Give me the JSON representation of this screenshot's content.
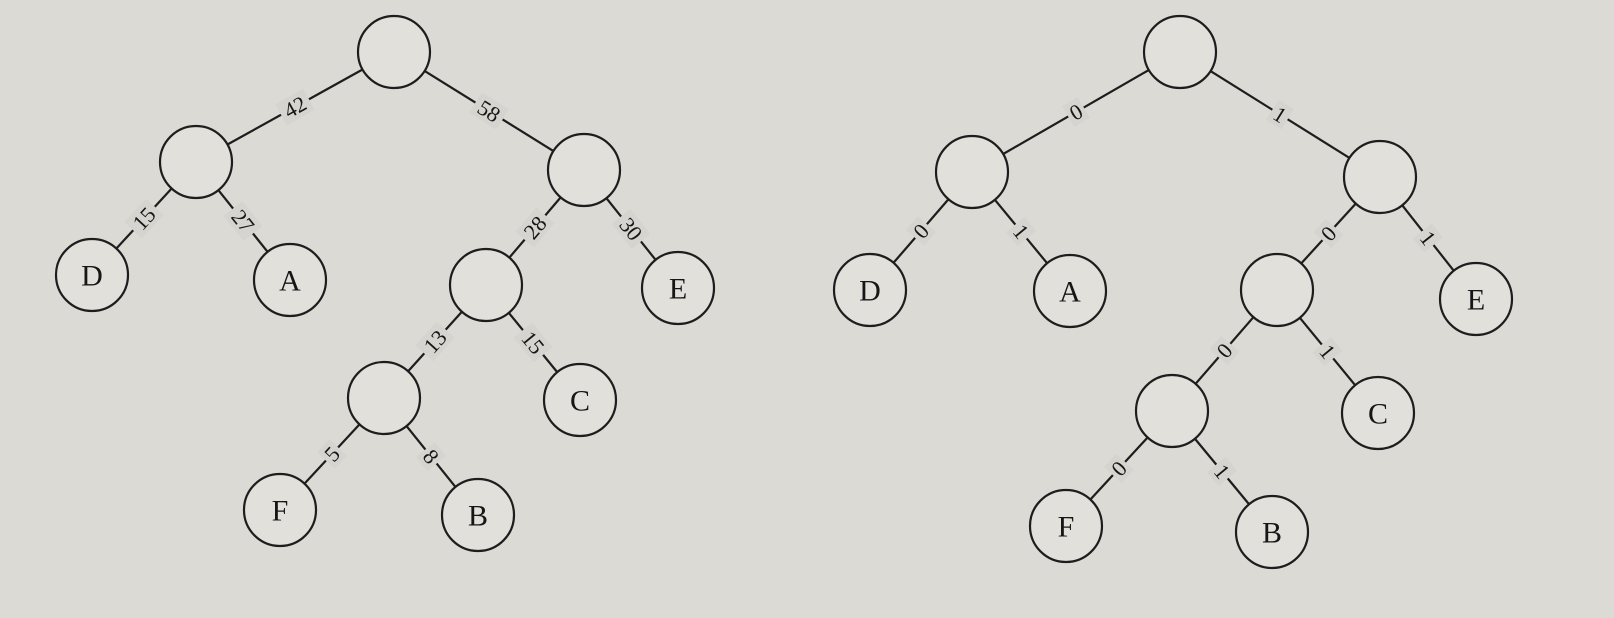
{
  "diagrams": [
    {
      "id": "weighted-tree",
      "nodes": [
        {
          "id": "r",
          "label": ""
        },
        {
          "id": "n42",
          "label": ""
        },
        {
          "id": "n58",
          "label": ""
        },
        {
          "id": "D",
          "label": "D"
        },
        {
          "id": "A",
          "label": "A"
        },
        {
          "id": "n28",
          "label": ""
        },
        {
          "id": "E",
          "label": "E"
        },
        {
          "id": "n13",
          "label": ""
        },
        {
          "id": "C",
          "label": "C"
        },
        {
          "id": "F",
          "label": "F"
        },
        {
          "id": "B",
          "label": "B"
        }
      ],
      "edges": [
        {
          "from": "r",
          "to": "n42",
          "label": "42"
        },
        {
          "from": "r",
          "to": "n58",
          "label": "58"
        },
        {
          "from": "n42",
          "to": "D",
          "label": "15"
        },
        {
          "from": "n42",
          "to": "A",
          "label": "27"
        },
        {
          "from": "n58",
          "to": "n28",
          "label": "28"
        },
        {
          "from": "n58",
          "to": "E",
          "label": "30"
        },
        {
          "from": "n28",
          "to": "n13",
          "label": "13"
        },
        {
          "from": "n28",
          "to": "C",
          "label": "15"
        },
        {
          "from": "n13",
          "to": "F",
          "label": "5"
        },
        {
          "from": "n13",
          "to": "B",
          "label": "8"
        }
      ]
    },
    {
      "id": "binary-code-tree",
      "nodes": [
        {
          "id": "r",
          "label": ""
        },
        {
          "id": "L",
          "label": ""
        },
        {
          "id": "R",
          "label": ""
        },
        {
          "id": "D",
          "label": "D"
        },
        {
          "id": "A",
          "label": "A"
        },
        {
          "id": "RL",
          "label": ""
        },
        {
          "id": "E",
          "label": "E"
        },
        {
          "id": "RLL",
          "label": ""
        },
        {
          "id": "C",
          "label": "C"
        },
        {
          "id": "F",
          "label": "F"
        },
        {
          "id": "B",
          "label": "B"
        }
      ],
      "edges": [
        {
          "from": "r",
          "to": "L",
          "label": "0"
        },
        {
          "from": "r",
          "to": "R",
          "label": "1"
        },
        {
          "from": "L",
          "to": "D",
          "label": "0"
        },
        {
          "from": "L",
          "to": "A",
          "label": "1"
        },
        {
          "from": "R",
          "to": "RL",
          "label": "0"
        },
        {
          "from": "R",
          "to": "E",
          "label": "1"
        },
        {
          "from": "RL",
          "to": "RLL",
          "label": "0"
        },
        {
          "from": "RL",
          "to": "C",
          "label": "1"
        },
        {
          "from": "RLL",
          "to": "F",
          "label": "0"
        },
        {
          "from": "RLL",
          "to": "B",
          "label": "1"
        }
      ]
    }
  ]
}
